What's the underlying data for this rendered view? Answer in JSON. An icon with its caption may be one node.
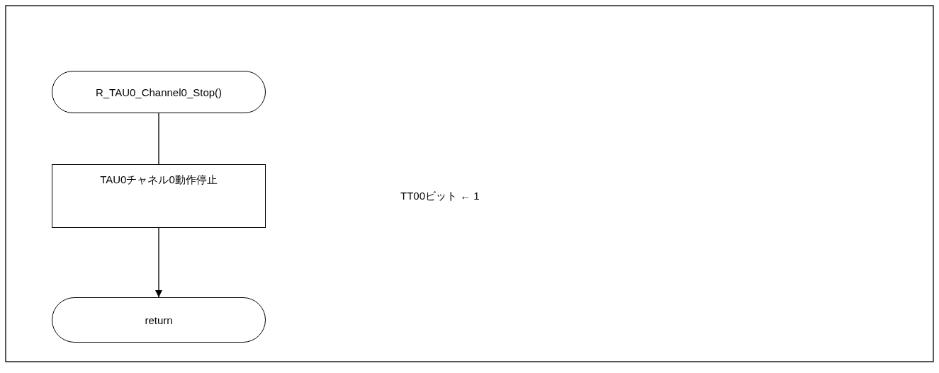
{
  "diagram": {
    "nodes": [
      {
        "text": [
          "R_TAU0_Channel0_Stop()"
        ]
      },
      {
        "text": [
          "TAU0チャネル0動作停止"
        ]
      },
      {
        "text": [
          "return"
        ]
      }
    ],
    "edges": [
      {
        "from": 0,
        "to": 1,
        "arrow": "none"
      },
      {
        "from": 1,
        "to": 2,
        "arrow": "to"
      }
    ],
    "labels": [
      "TT00ビット ← 1"
    ]
  }
}
